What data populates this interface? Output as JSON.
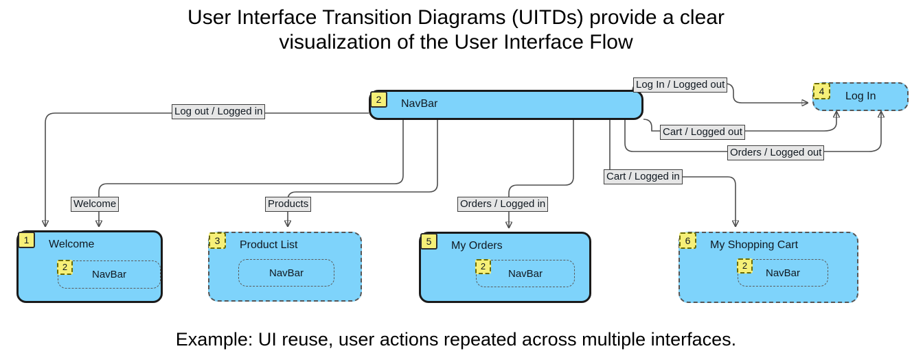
{
  "title": "User Interface Transition Diagrams (UITDs) provide a clear\nvisualization of the User Interface Flow",
  "caption": "Example: UI reuse, user actions repeated across multiple interfaces.",
  "colors": {
    "node_fill": "#7ed3fb",
    "badge_fill": "#f6f078",
    "label_fill": "#e6e6e6",
    "border_solid": "#1a1a1a",
    "border_dashed": "#555555",
    "edge_stroke": "#4d4d4d"
  },
  "nodes": [
    {
      "id": "navbar",
      "badge": "2",
      "title": "NavBar",
      "border": "solid",
      "inner": null
    },
    {
      "id": "login",
      "badge": "4",
      "title": "Log In",
      "border": "dashed",
      "inner": null
    },
    {
      "id": "welcome",
      "badge": "1",
      "title": "Welcome",
      "border": "solid",
      "inner": {
        "badge": "2",
        "label": "NavBar"
      }
    },
    {
      "id": "product-list",
      "badge": "3",
      "title": "Product List",
      "border": "dashed",
      "inner": {
        "badge": null,
        "label": "NavBar"
      }
    },
    {
      "id": "my-orders",
      "badge": "5",
      "title": "My Orders",
      "border": "solid",
      "inner": {
        "badge": "2",
        "label": "NavBar"
      }
    },
    {
      "id": "my-shopping-cart",
      "badge": "6",
      "title": "My Shopping Cart",
      "border": "dashed",
      "inner": {
        "badge": "2",
        "label": "NavBar"
      }
    }
  ],
  "edge_labels": [
    {
      "id": "logout-logged-in",
      "text": "Log out / Logged in"
    },
    {
      "id": "login-logged-out",
      "text": "Log In / Logged out"
    },
    {
      "id": "cart-logged-out",
      "text": "Cart / Logged out"
    },
    {
      "id": "orders-logged-out",
      "text": "Orders / Logged out"
    },
    {
      "id": "cart-logged-in",
      "text": "Cart / Logged in"
    },
    {
      "id": "welcome",
      "text": "Welcome"
    },
    {
      "id": "products",
      "text": "Products"
    },
    {
      "id": "orders-logged-in",
      "text": "Orders / Logged in"
    }
  ]
}
